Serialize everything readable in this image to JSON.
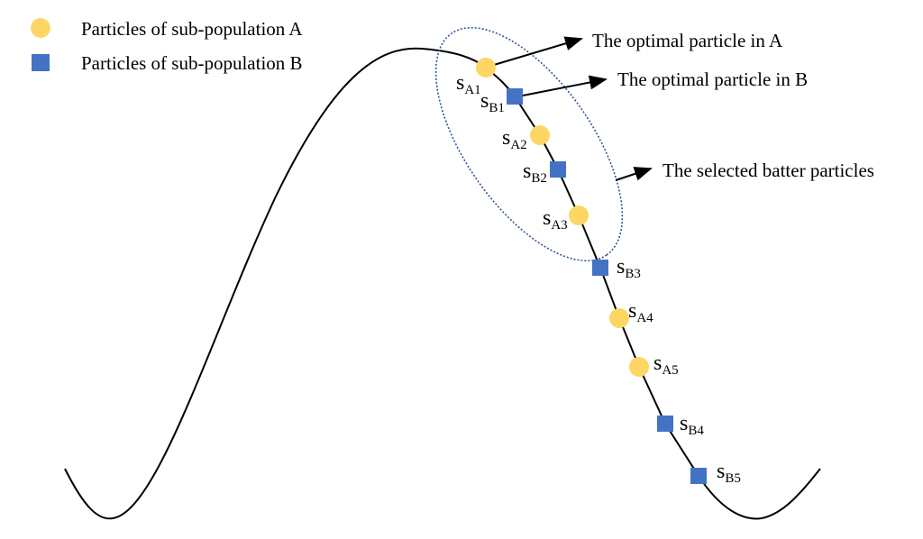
{
  "legend": [
    {
      "label": "Particles of  sub-population A",
      "shape": "circle",
      "color": "#FDD663"
    },
    {
      "label": "Particles of  sub-population B",
      "shape": "square",
      "color": "#4472C4"
    }
  ],
  "annotations": {
    "optimal_a": "The optimal particle in A",
    "optimal_b": "The optimal particle in B",
    "selected": "The selected batter particles"
  },
  "particles": [
    {
      "id": "A1",
      "base": "s",
      "sub": "A1",
      "type": "A"
    },
    {
      "id": "B1",
      "base": "s",
      "sub": "B1",
      "type": "B"
    },
    {
      "id": "A2",
      "base": "s",
      "sub": "A2",
      "type": "A"
    },
    {
      "id": "B2",
      "base": "s",
      "sub": "B2",
      "type": "B"
    },
    {
      "id": "A3",
      "base": "s",
      "sub": "A3",
      "type": "A"
    },
    {
      "id": "B3",
      "base": "s",
      "sub": "B3",
      "type": "B"
    },
    {
      "id": "A4",
      "base": "s",
      "sub": "A4",
      "type": "A"
    },
    {
      "id": "A5",
      "base": "s",
      "sub": "A5",
      "type": "A"
    },
    {
      "id": "B4",
      "base": "s",
      "sub": "B4",
      "type": "B"
    },
    {
      "id": "B5",
      "base": "s",
      "sub": "B5",
      "type": "B"
    }
  ]
}
